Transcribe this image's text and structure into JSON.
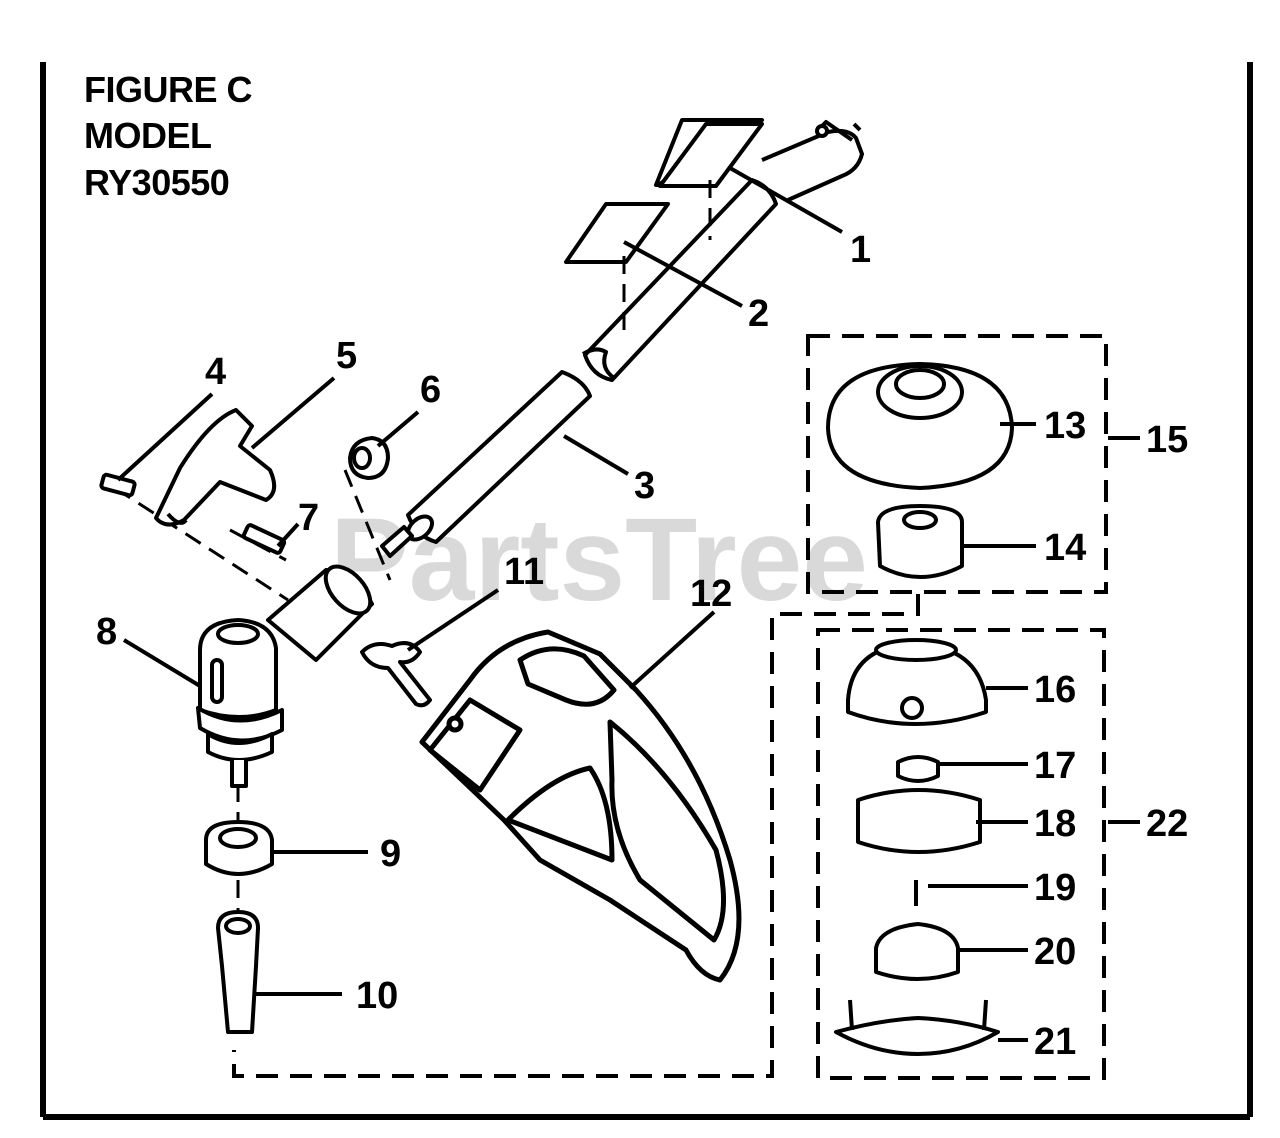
{
  "title": [
    "FIGURE C",
    "MODEL",
    "RY30550"
  ],
  "watermark": "PartsTree",
  "callouts": [
    "1",
    "2",
    "3",
    "4",
    "5",
    "6",
    "7",
    "8",
    "9",
    "10",
    "11",
    "12",
    "13",
    "14",
    "15",
    "16",
    "17",
    "18",
    "19",
    "20",
    "21",
    "22"
  ]
}
